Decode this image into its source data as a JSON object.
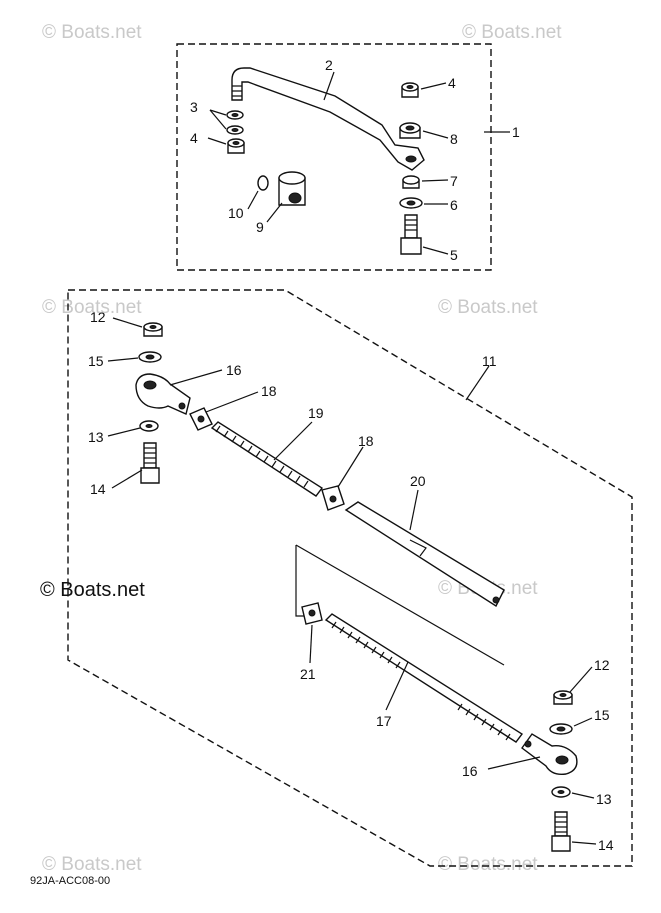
{
  "watermark": "© Boats.net",
  "drawing_code": "92JA-ACC08-00",
  "callouts": {
    "c1": "1",
    "c2": "2",
    "c3": "3",
    "c4a": "4",
    "c4b": "4",
    "c5": "5",
    "c6": "6",
    "c7": "7",
    "c8": "8",
    "c9": "9",
    "c10": "10",
    "c11": "11",
    "c12a": "12",
    "c12b": "12",
    "c13a": "13",
    "c13b": "13",
    "c14a": "14",
    "c14b": "14",
    "c15a": "15",
    "c15b": "15",
    "c16a": "16",
    "c16b": "16",
    "c17": "17",
    "c18a": "18",
    "c18b": "18",
    "c19": "19",
    "c20": "20",
    "c21": "21"
  }
}
